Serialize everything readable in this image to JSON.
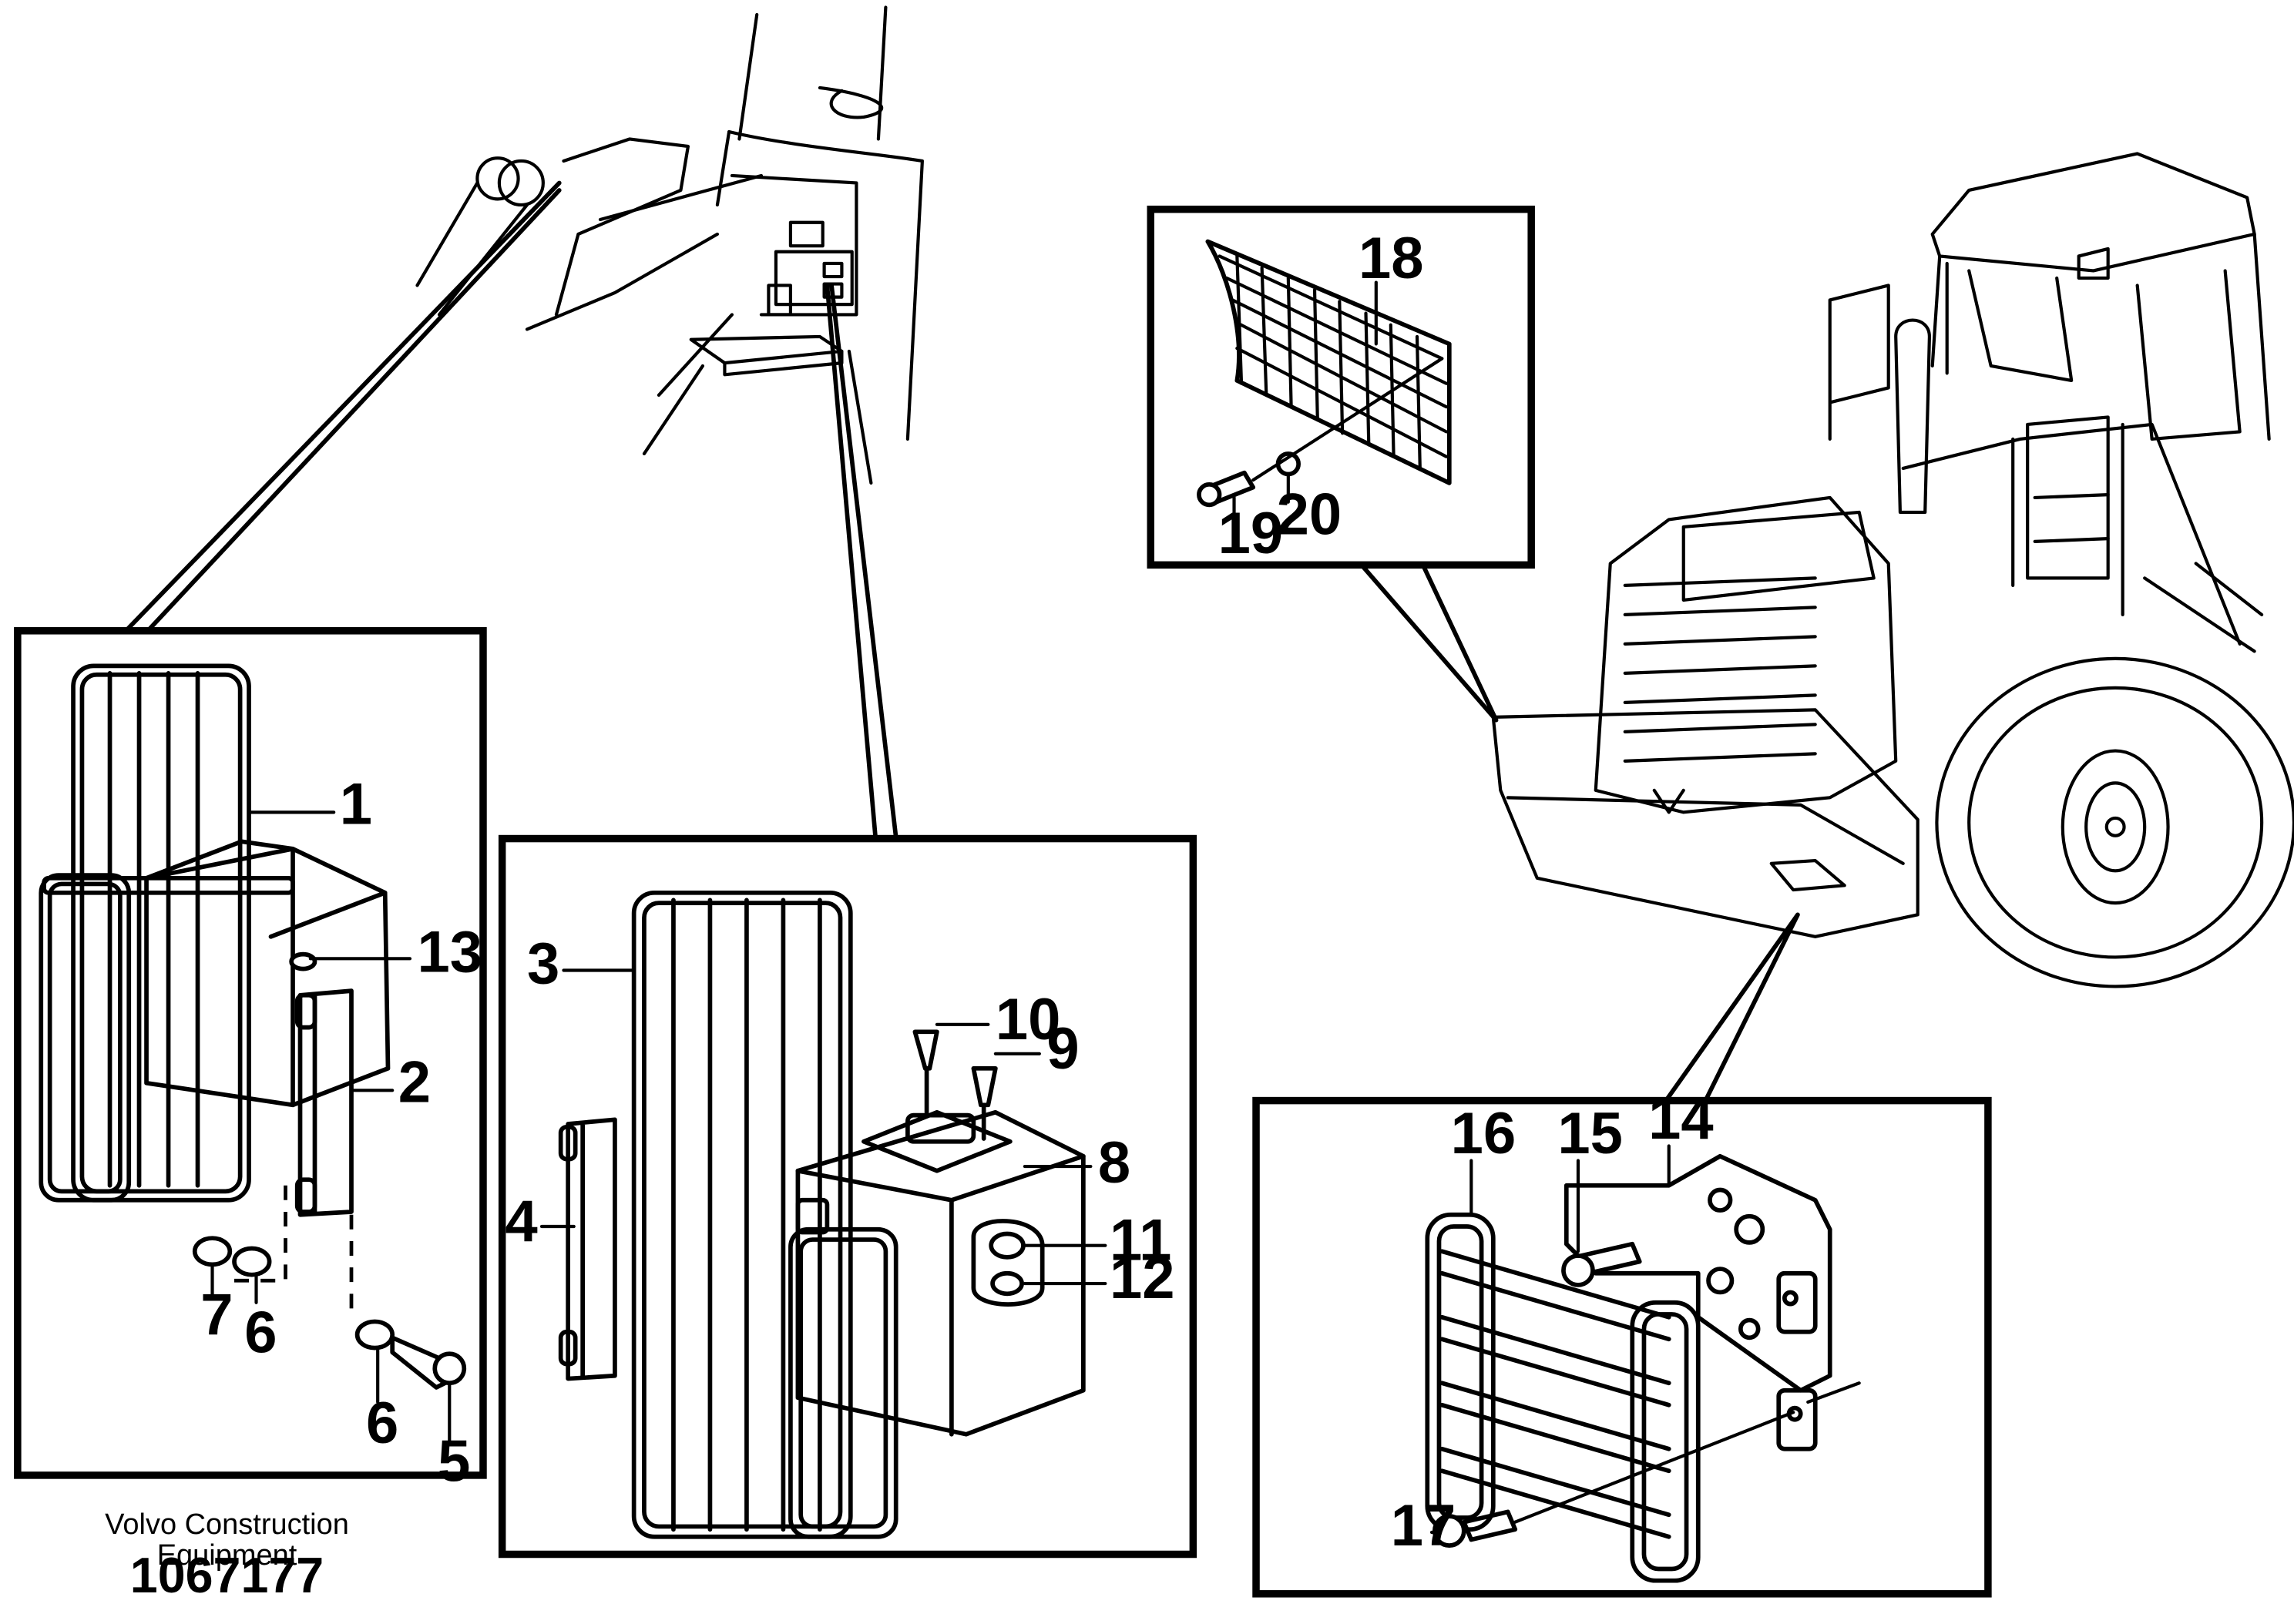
{
  "footer": {
    "company_line1": "Volvo Construction",
    "company_line2": "Equipment",
    "drawing_number": "1067177"
  },
  "callouts": {
    "p1": "1",
    "p2": "2",
    "p3": "3",
    "p4": "4",
    "p5": "5",
    "p6a": "6",
    "p6b": "6",
    "p7": "7",
    "p8": "8",
    "p9": "9",
    "p10": "10",
    "p11": "11",
    "p12": "12",
    "p13": "13",
    "p14": "14",
    "p15": "15",
    "p16": "16",
    "p17": "17",
    "p18": "18",
    "p19": "19",
    "p20": "20"
  },
  "colors": {
    "line": "#000000",
    "background": "#ffffff"
  }
}
